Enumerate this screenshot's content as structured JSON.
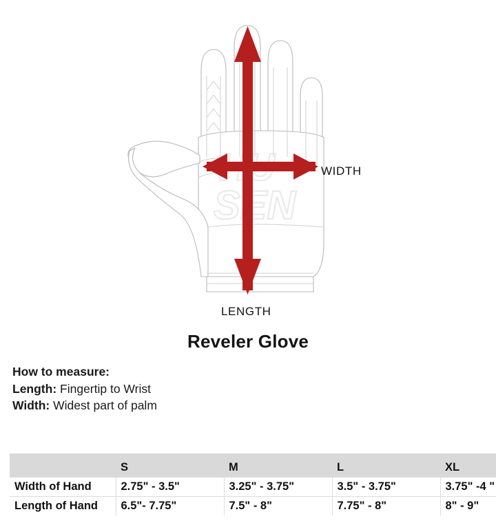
{
  "diagram": {
    "alt_name": "glove-measurement-diagram",
    "labels": {
      "width": "WIDTH",
      "length": "LENGTH"
    },
    "watermark_text": "SEN",
    "arrow_color": "#b5201f",
    "outline_color": "#b9b9b9"
  },
  "title": "Reveler Glove",
  "how_to_measure": {
    "heading": "How to measure:",
    "length_key": "Length:",
    "length_value": "Fingertip to Wrist",
    "width_key": "Width:",
    "width_value": "Widest part of palm"
  },
  "size_table": {
    "header_bg": "#d9d9d9",
    "columns": [
      "",
      "S",
      "M",
      "L",
      "XL"
    ],
    "rows": [
      {
        "label": "Width of Hand",
        "values": [
          "2.75\" - 3.5\"",
          "3.25\" - 3.75\"",
          "3.5\" - 3.75\"",
          "3.75\" -4 \""
        ]
      },
      {
        "label": "Length of Hand",
        "values": [
          "6.5\"- 7.75\"",
          "7.5\" - 8\"",
          "7.75\" - 8\"",
          "8\" - 9\""
        ]
      }
    ]
  }
}
